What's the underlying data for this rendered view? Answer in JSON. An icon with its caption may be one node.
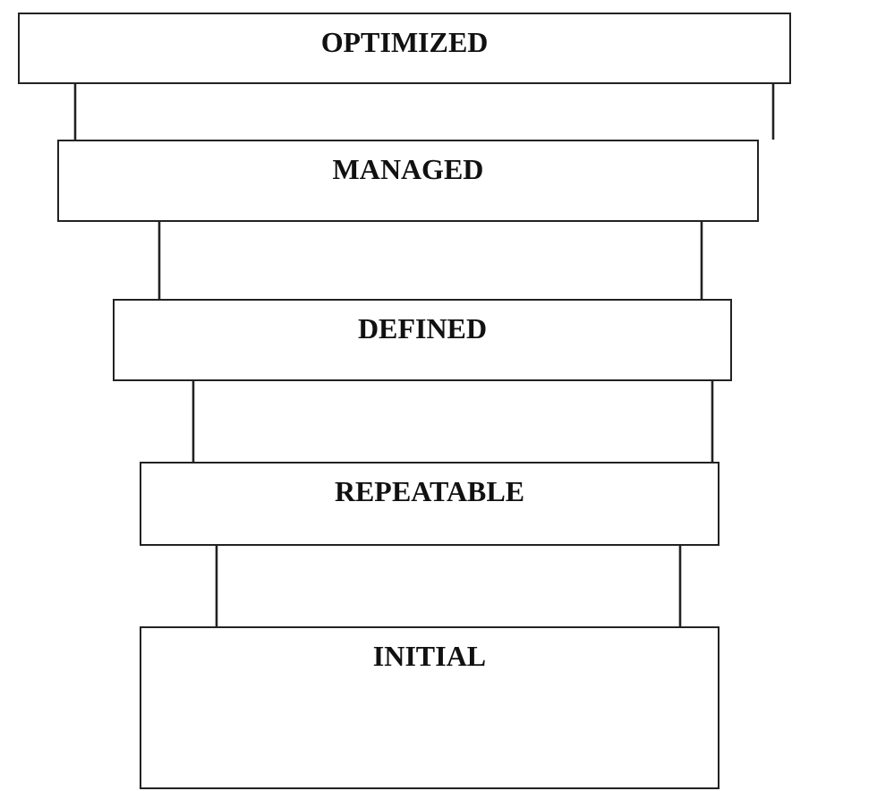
{
  "diagram": {
    "nodes": [
      {
        "text": [
          "OPTIMIZED"
        ]
      },
      {
        "text": [
          "MANAGED"
        ]
      },
      {
        "text": [
          "DEFINED"
        ]
      },
      {
        "text": [
          "REPEATABLE"
        ]
      },
      {
        "text": [
          "INITIAL"
        ]
      }
    ],
    "edges": [
      {
        "from": 0,
        "to": 1,
        "arrow": "none"
      },
      {
        "from": 0,
        "to": 1,
        "arrow": "none"
      },
      {
        "from": 1,
        "to": 2,
        "arrow": "none"
      },
      {
        "from": 1,
        "to": 2,
        "arrow": "none"
      },
      {
        "from": 2,
        "to": 3,
        "arrow": "none"
      },
      {
        "from": 2,
        "to": 3,
        "arrow": "none"
      },
      {
        "from": 3,
        "to": 4,
        "arrow": "none"
      },
      {
        "from": 3,
        "to": 4,
        "arrow": "none"
      }
    ]
  }
}
